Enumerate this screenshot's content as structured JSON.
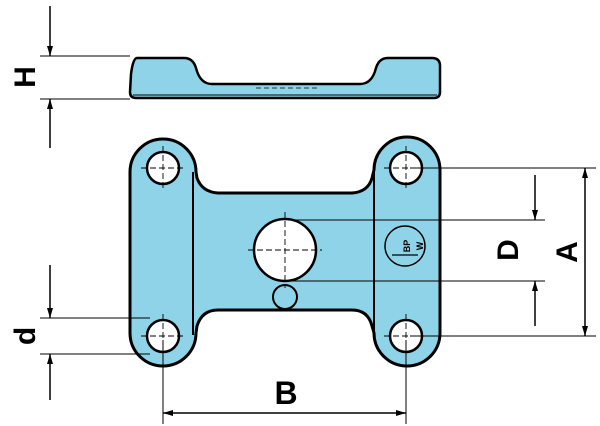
{
  "colors": {
    "part_fill": "#8fd3e8",
    "outline": "#000000",
    "background": "#ffffff"
  },
  "labels": {
    "H": "H",
    "d": "d",
    "B": "B",
    "D": "D",
    "A": "A"
  },
  "logo": {
    "top": "BP",
    "bottom": "W"
  }
}
